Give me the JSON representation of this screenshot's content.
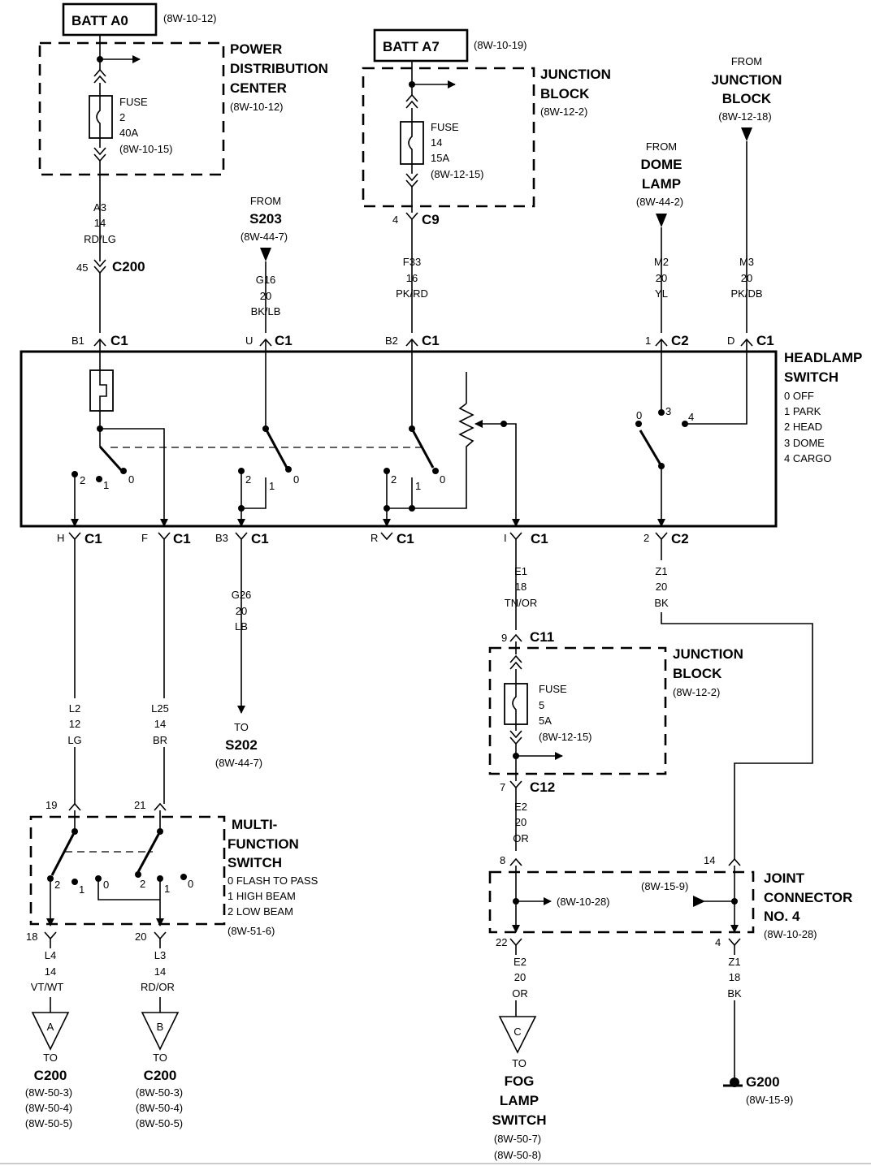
{
  "batt_a0": {
    "label": "BATT A0",
    "ref": "(8W-10-12)"
  },
  "pdc": {
    "l1": "POWER",
    "l2": "DISTRIBUTION",
    "l3": "CENTER",
    "ref": "(8W-10-12)",
    "fuse": {
      "l1": "FUSE",
      "l2": "2",
      "l3": "40A",
      "l4": "(8W-10-15)"
    }
  },
  "wire_a3": {
    "circuit": "A3",
    "gauge": "14",
    "color": "RD/LG"
  },
  "c200_top": {
    "pin": "45",
    "name": "C200"
  },
  "batt_a7": {
    "label": "BATT A7",
    "ref": "(8W-10-19)"
  },
  "jb1": {
    "l1": "JUNCTION",
    "l2": "BLOCK",
    "ref": "(8W-12-2)",
    "fuse": {
      "l1": "FUSE",
      "l2": "14",
      "l3": "15A",
      "l4": "(8W-12-15)"
    }
  },
  "c9": {
    "pin": "4",
    "name": "C9"
  },
  "wire_f33": {
    "circuit": "F33",
    "gauge": "16",
    "color": "PK/RD"
  },
  "s203": {
    "from": "FROM",
    "name": "S203",
    "ref": "(8W-44-7)"
  },
  "wire_g16": {
    "circuit": "G16",
    "gauge": "20",
    "color": "BK/LB"
  },
  "dome": {
    "from": "FROM",
    "l1": "DOME",
    "l2": "LAMP",
    "ref": "(8W-44-2)"
  },
  "wire_m2": {
    "circuit": "M2",
    "gauge": "20",
    "color": "YL"
  },
  "jb_from": {
    "from": "FROM",
    "l1": "JUNCTION",
    "l2": "BLOCK",
    "ref": "(8W-12-18)"
  },
  "wire_m3": {
    "circuit": "M3",
    "gauge": "20",
    "color": "PK/DB"
  },
  "top_conn": {
    "b1": "B1",
    "u": "U",
    "b2": "B2",
    "p1": "1",
    "d": "D",
    "c1": "C1",
    "c2": "C2"
  },
  "headlamp": {
    "l1": "HEADLAMP",
    "l2": "SWITCH",
    "pos": [
      "0 OFF",
      "1 PARK",
      "2 HEAD",
      "3 DOME",
      "4 CARGO"
    ]
  },
  "sw_pos": {
    "p0": "0",
    "p1": "1",
    "p2": "2",
    "p3": "3",
    "p4": "4"
  },
  "bot_conn": {
    "h": "H",
    "f": "F",
    "b3": "B3",
    "r": "R",
    "i": "I",
    "p2": "2",
    "c1": "C1",
    "c2": "C2"
  },
  "wire_g26": {
    "circuit": "G26",
    "gauge": "20",
    "color": "LB"
  },
  "s202": {
    "to": "TO",
    "name": "S202",
    "ref": "(8W-44-7)"
  },
  "wire_e1": {
    "circuit": "E1",
    "gauge": "18",
    "color": "TN/OR"
  },
  "wire_z1a": {
    "circuit": "Z1",
    "gauge": "20",
    "color": "BK"
  },
  "c11": {
    "pin": "9",
    "name": "C11"
  },
  "jb2": {
    "l1": "JUNCTION",
    "l2": "BLOCK",
    "ref": "(8W-12-2)",
    "fuse": {
      "l1": "FUSE",
      "l2": "5",
      "l3": "5A",
      "l4": "(8W-12-15)"
    }
  },
  "c12": {
    "pin": "7",
    "name": "C12"
  },
  "wire_e2a": {
    "circuit": "E2",
    "gauge": "20",
    "color": "OR"
  },
  "wire_l2": {
    "circuit": "L2",
    "gauge": "12",
    "color": "LG"
  },
  "wire_l25": {
    "circuit": "L25",
    "gauge": "14",
    "color": "BR"
  },
  "mfs": {
    "pin_a": "19",
    "pin_b": "21",
    "l1": "MULTI-",
    "l2": "FUNCTION",
    "l3": "SWITCH",
    "pos": [
      "0 FLASH TO PASS",
      "1 HIGH BEAM",
      "2 LOW BEAM"
    ],
    "ref": "(8W-51-6)",
    "out_a": "18",
    "out_b": "20"
  },
  "wire_l4": {
    "circuit": "L4",
    "gauge": "14",
    "color": "VT/WT"
  },
  "wire_l3": {
    "circuit": "L3",
    "gauge": "14",
    "color": "RD/OR"
  },
  "to_a": {
    "letter": "A",
    "to": "TO",
    "name": "C200",
    "refs": [
      "(8W-50-3)",
      "(8W-50-4)",
      "(8W-50-5)"
    ]
  },
  "to_b": {
    "letter": "B",
    "to": "TO",
    "name": "C200",
    "refs": [
      "(8W-50-3)",
      "(8W-50-4)",
      "(8W-50-5)"
    ]
  },
  "jc4": {
    "pin_in_a": "8",
    "pin_in_b": "14",
    "l1": "JOINT",
    "l2": "CONNECTOR",
    "l3": "NO. 4",
    "ref": "(8W-10-28)",
    "int_a": "(8W-10-28)",
    "int_b": "(8W-15-9)",
    "out_a": "22",
    "out_b": "4"
  },
  "wire_e2b": {
    "circuit": "E2",
    "gauge": "20",
    "color": "OR"
  },
  "wire_z1b": {
    "circuit": "Z1",
    "gauge": "18",
    "color": "BK"
  },
  "to_c": {
    "letter": "C",
    "to": "TO",
    "l1": "FOG",
    "l2": "LAMP",
    "l3": "SWITCH",
    "refs": [
      "(8W-50-7)",
      "(8W-50-8)"
    ]
  },
  "ground": {
    "name": "G200",
    "ref": "(8W-15-9)"
  }
}
